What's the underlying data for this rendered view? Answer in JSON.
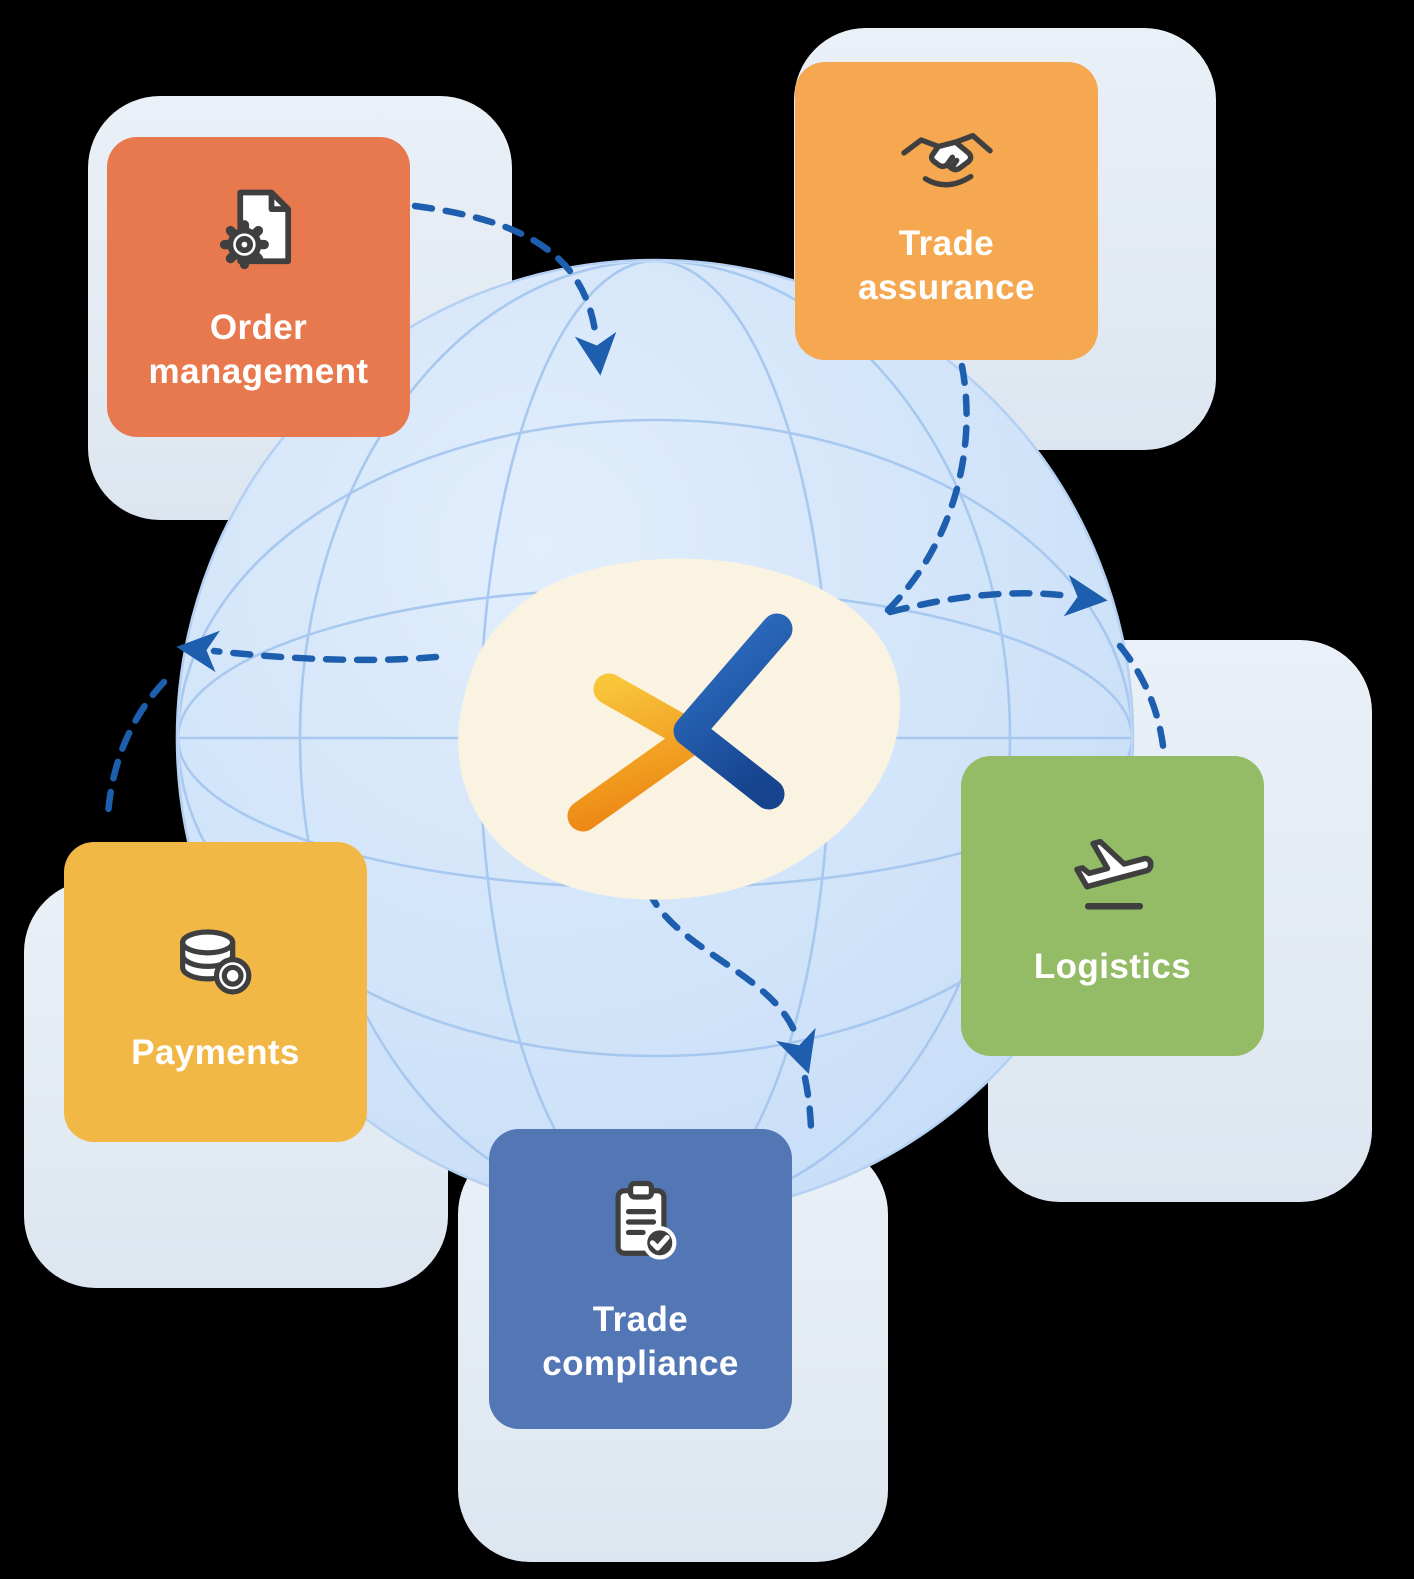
{
  "page": {
    "background_color": "#000000"
  },
  "cards": [
    {
      "id": "order-management",
      "label": "Order management",
      "color": "#E8794E",
      "icon": "document-gear-icon"
    },
    {
      "id": "trade-assurance",
      "label": "Trade assurance",
      "color": "#F6A851",
      "icon": "handshake-icon"
    },
    {
      "id": "logistics",
      "label": "Logistics",
      "color": "#94BB66",
      "icon": "airplane-takeoff-icon"
    },
    {
      "id": "payments",
      "label": "Payments",
      "color": "#F2B846",
      "icon": "coins-icon"
    },
    {
      "id": "trade-compliance",
      "label": "Trade compliance",
      "color": "#5377B5",
      "icon": "clipboard-check-icon"
    }
  ],
  "globe": {
    "fill": "#CFE2F8",
    "grid_color": "#A3C5EE"
  },
  "center_blob": {
    "fill": "#FBF3E2",
    "logo": "x-chevron-logo",
    "logo_orange_gradient": [
      "#F8C63B",
      "#EE8A15"
    ],
    "logo_blue_gradient": [
      "#2F70C4",
      "#16448F"
    ]
  },
  "connectors": {
    "color": "#1D5FAE",
    "style": "dashed",
    "links": [
      "order-management → globe",
      "trade-assurance → globe",
      "globe → east",
      "globe → logistics",
      "globe → west",
      "globe → payments",
      "globe → trade-compliance"
    ]
  }
}
